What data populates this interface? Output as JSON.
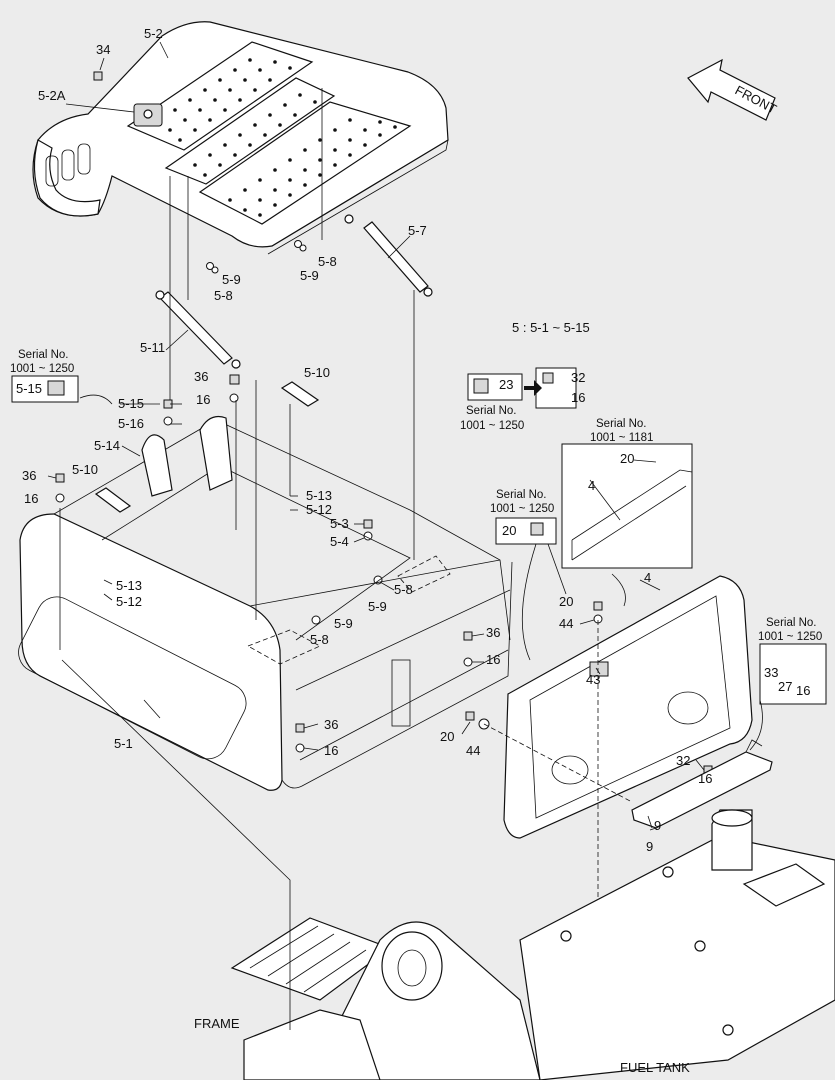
{
  "diagram": {
    "front_arrow_label": "FRONT",
    "set_note": "5 : 5-1 ~ 5-15",
    "parts": {
      "p34": "34",
      "p5_2": "5-2",
      "p5_2a": "5-2A",
      "p5_9a": "5-9",
      "p5_8a": "5-8",
      "p5_8b": "5-8",
      "p5_9b": "5-9",
      "p5_7": "5-7",
      "p5_11": "5-11",
      "p36a": "36",
      "p16a": "16",
      "p5_10a": "5-10",
      "p5_15": "5-15",
      "p5_16": "5-16",
      "p5_14": "5-14",
      "p36b": "36",
      "p16b": "16",
      "p5_10b": "5-10",
      "p5_13a": "5-13",
      "p5_12a": "5-12",
      "p5_3": "5-3",
      "p5_4": "5-4",
      "p5_13b": "5-13",
      "p5_12b": "5-12",
      "p5_8c": "5-8",
      "p5_9c": "5-9",
      "p5_9d": "5-9",
      "p5_8d": "5-8",
      "p36c": "36",
      "p16c": "16",
      "p36d": "36",
      "p16d": "16",
      "p5_1": "5-1",
      "p23": "23",
      "p32a": "32",
      "p16e": "16",
      "p20a": "20",
      "p4a": "4",
      "p20b": "20",
      "p20c": "20",
      "p44a": "44",
      "p4b": "4",
      "p43": "43",
      "p20d": "20",
      "p44b": "44",
      "p32b": "32",
      "p16f": "16",
      "p9a": "9",
      "p9b": "9",
      "p33": "33",
      "p27": "27",
      "p16g": "16"
    },
    "serial_notes": {
      "left_box_title": "Serial No.",
      "left_box_range": "1001 ~ 1250",
      "left_box_part": "5-15",
      "mid_title": "Serial No.",
      "mid_range": "1001 ~ 1250",
      "inset_title": "Serial No.",
      "inset_range": "1001 ~ 1181",
      "small_title": "Serial No.",
      "small_range": "1001 ~ 1250",
      "small_part": "20",
      "right_title": "Serial No.",
      "right_range": "1001 ~ 1250"
    },
    "bottom_labels": {
      "frame": "FRAME",
      "fuel_tank": "FUEL TANK"
    }
  }
}
